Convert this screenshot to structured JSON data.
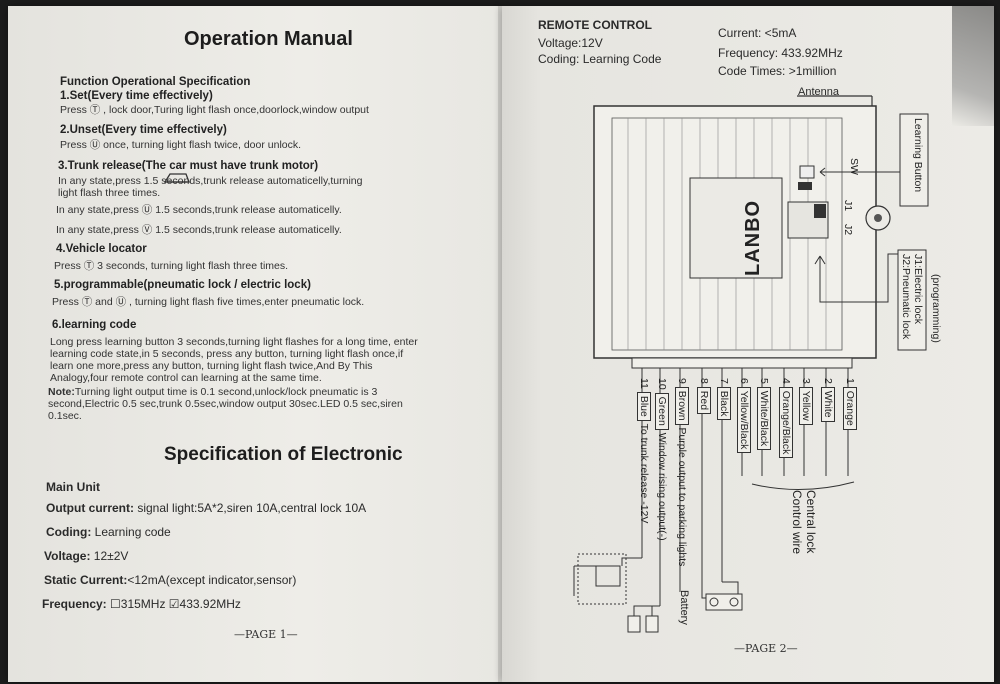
{
  "left": {
    "title": "Operation Manual",
    "function_heading": "Function Operational Specification",
    "s1_head": "1.Set(Every time effectively)",
    "s1_text": "Press  Ⓣ  , lock door,Turing light flash once,doorlock,window output",
    "s2_head": "2.Unset(Every time effectively)",
    "s2_text": "Press  Ⓤ  once, turning light flash twice, door unlock.",
    "s3_head": "3.Trunk release(The car must have trunk motor)",
    "s3_l1": "In any state,press        1.5 seconds,trunk release automaticelly,turning",
    "s3_l2": "light flash three times.",
    "s3_l3": "In any state,press  Ⓤ  1.5 seconds,trunk release automaticelly.",
    "s3_l4": "In any state,press  Ⓥ  1.5 seconds,trunk release automaticelly.",
    "s4_head": "4.Vehicle locator",
    "s4_text": "Press  Ⓣ  3 seconds, turning light flash three times.",
    "s5_head": "5.programmable(pneumatic lock / electric lock)",
    "s5_text": "Press  Ⓣ  and  Ⓤ  , turning light flash five times,enter pneumatic lock.",
    "s6_head": "6.learning code",
    "s6_l1": "Long press learning button 3 seconds,turning light flashes for a long time, enter",
    "s6_l2": "learning code state,in  5  seconds, press any button, turning light flash once,if",
    "s6_l3": "learn one more,press any button, turning light flash twice,And By This",
    "s6_l4": "Analogy,four remote control can learning at the same time.",
    "note_label": "Note:",
    "note_l1": "Turning light output time is 0.1 second,unlock/lock pneumatic is 3",
    "note_l2": "second,Electric 0.5 sec,trunk 0.5sec,window output 30sec.LED 0.5 sec,siren",
    "note_l3": "0.1sec.",
    "spec_title": "Specification of Electronic",
    "main_unit": "Main Unit",
    "output_label": "Output current:",
    "output_value": " signal light:5A*2,siren 10A,central lock 10A",
    "coding_label": "Coding:",
    "coding_value": " Learning code",
    "voltage_label": "Voltage:",
    "voltage_value": " 12±2V",
    "static_label": "Static Current:",
    "static_value": "<12mA(except indicator,sensor)",
    "freq_label": "Frequency:",
    "freq_value": " ☐315MHz  ☑433.92MHz",
    "page": "—PAGE 1—"
  },
  "right": {
    "rc_title": "REMOTE CONTROL",
    "rc_voltage": "Voltage:12V",
    "rc_coding": "Coding: Learning Code",
    "current": "Current:  <5mA",
    "frequency": "Frequency: 433.92MHz",
    "code_times": "Code Times: >1million",
    "antenna": "Antenna",
    "brand": "LANBO",
    "sw_label": "SW",
    "j1": "J1",
    "j2": "J2",
    "learning_button": "Learning Button",
    "j1_label": "J1:Electric lock",
    "j2_label": "J2:Pneumatic lock",
    "programming": "(programming)",
    "wires": [
      {
        "num": "1",
        "color": "Orange"
      },
      {
        "num": "2",
        "color": "White"
      },
      {
        "num": "3",
        "color": "Yellow"
      },
      {
        "num": "4",
        "color": "Orange/Black"
      },
      {
        "num": "5",
        "color": "White/Black"
      },
      {
        "num": "6",
        "color": "Yellow/Black"
      },
      {
        "num": "7",
        "color": "Black"
      },
      {
        "num": "8",
        "color": "Red"
      },
      {
        "num": "9",
        "color": "Brown"
      },
      {
        "num": "10",
        "color": "Green"
      },
      {
        "num": "11",
        "color": "Blue"
      }
    ],
    "w9_desc": "Purple output to parking lights",
    "w10_desc": "Window rising output(-)",
    "w11_desc": "To trunk release -12V",
    "central_lock": "Central lock",
    "control_wire": "Control wire",
    "battery": "Battery",
    "page": "—PAGE 2—"
  },
  "colors": {
    "paper": "#ecebe6",
    "ink": "#2a2a2a",
    "background": "#1c1c1c"
  }
}
